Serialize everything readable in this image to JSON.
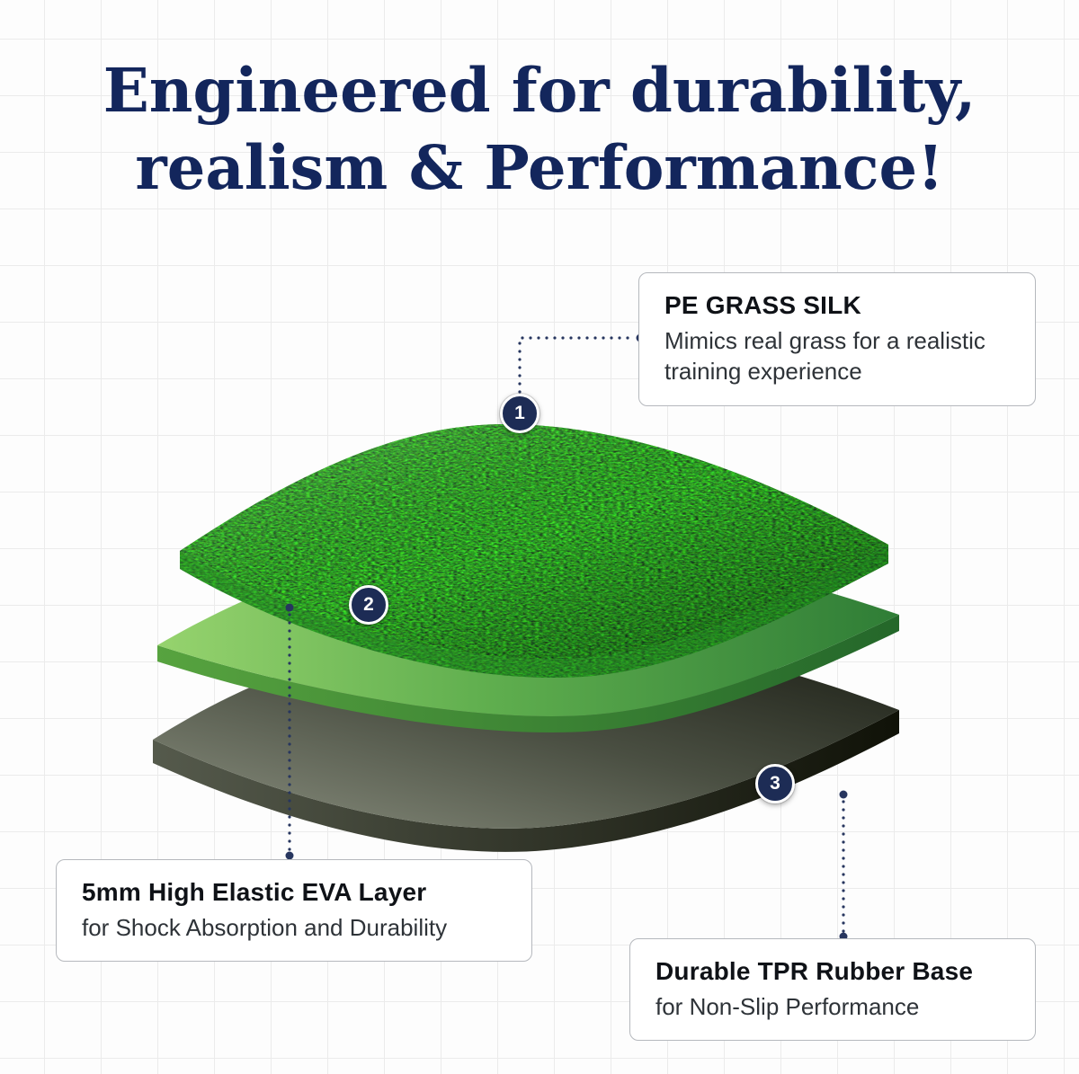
{
  "title": {
    "line1": "Engineered for durability,",
    "line2": "realism & Performance!"
  },
  "callouts": [
    {
      "number": "1",
      "title": "PE GRASS SILK",
      "description": "Mimics real grass for a realistic training experience"
    },
    {
      "number": "2",
      "title": "5mm High Elastic EVA Layer",
      "description": "for Shock Absorption and Durability"
    },
    {
      "number": "3",
      "title": "Durable TPR Rubber Base",
      "description": "for Non-Slip Performance"
    }
  ],
  "diagram": {
    "layer_names": [
      "grass-silk-layer",
      "eva-foam-layer",
      "tpr-rubber-base-layer"
    ]
  },
  "colors": {
    "title": "#13265c",
    "badge": "#1d2c55",
    "connector": "#27365f",
    "grass_green": "#3cae38",
    "eva_green": "#5fae4e",
    "rubber_dark": "#2a2e24",
    "callout_border": "#b5b8bd",
    "background": "#fdfdfd"
  }
}
